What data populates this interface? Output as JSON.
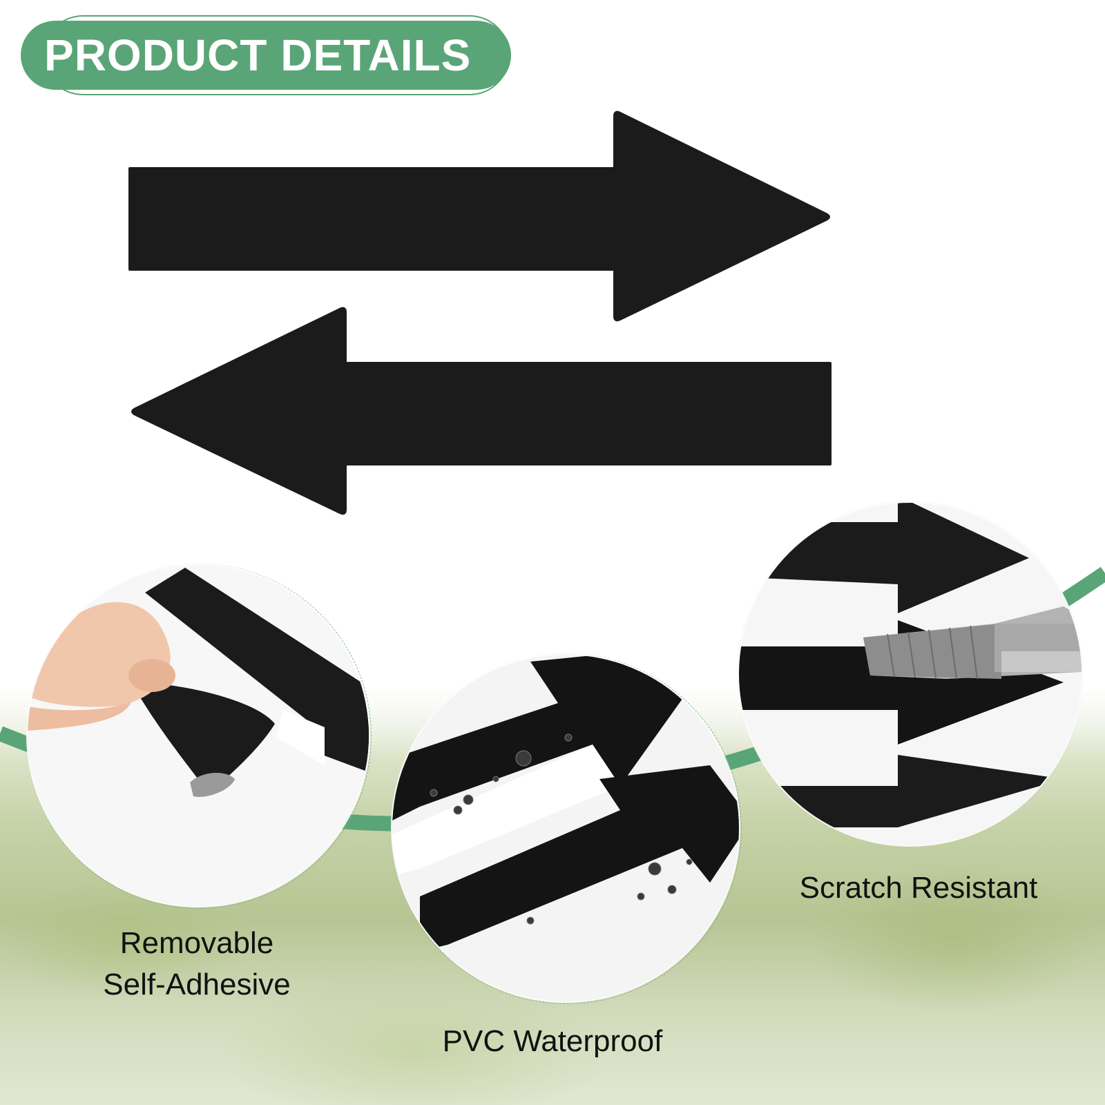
{
  "header": {
    "title": "PRODUCT DETAILS"
  },
  "features": [
    {
      "label_line1": "Removable",
      "label_line2": "Self-Adhesive"
    },
    {
      "label": "PVC Waterproof"
    },
    {
      "label": "Scratch Resistant"
    }
  ],
  "colors": {
    "accent_green": "#5aa577",
    "arrow_black": "#1b1b1b",
    "background": "#ffffff"
  }
}
